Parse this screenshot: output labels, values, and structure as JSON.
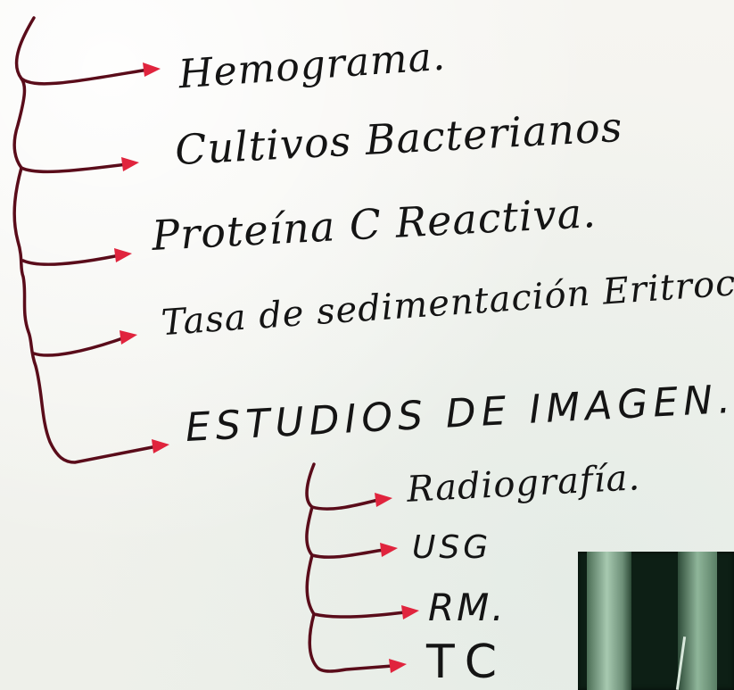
{
  "colors": {
    "ink": "#141414",
    "bracket": "#5a0c1a",
    "arrowhead": "#e0243d"
  },
  "items": [
    "Hemograma.",
    "Cultivos Bacterianos",
    "Proteína C Reactiva.",
    "Tasa de sedimentación Eritrocítica."
  ],
  "imaging": {
    "title": "ESTUDIOS DE IMAGEN.",
    "items": [
      "Radiografía.",
      "USG",
      "RM.",
      "TC"
    ]
  },
  "photo_icon": "xray-photo"
}
